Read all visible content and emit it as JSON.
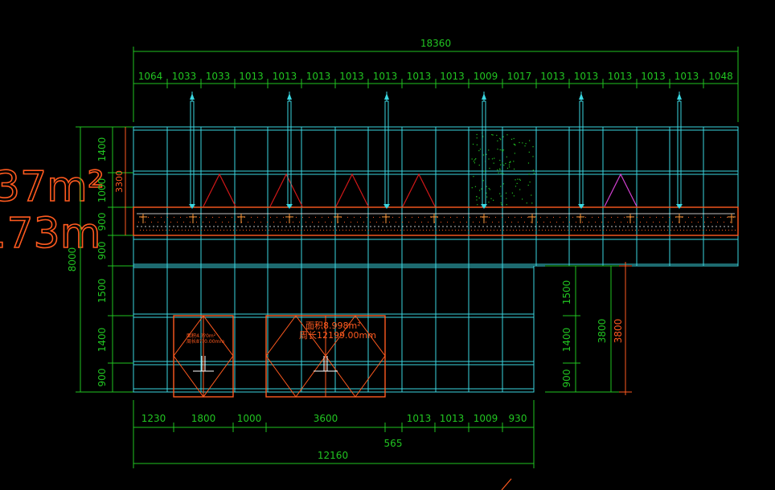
{
  "colors": {
    "background": "#000000",
    "dimension": "#21c421",
    "grid": "#3ad6e0",
    "accent": "#ff5a1f",
    "magenta": "#d040d0",
    "dark_red": "#d01818"
  },
  "top_dims": {
    "total": "18360",
    "segments": [
      "1064",
      "1033",
      "1033",
      "1013",
      "1013",
      "1013",
      "1013",
      "1013",
      "1013",
      "1013",
      "1009",
      "1017",
      "1013",
      "1013",
      "1013",
      "1013",
      "1013",
      "1048"
    ]
  },
  "bottom_dims": {
    "segments": [
      "1230",
      "1800",
      "1000",
      "3600",
      "1013",
      "1013",
      "1009",
      "930"
    ],
    "sub": "565",
    "total": "12160"
  },
  "left_dims": {
    "total": "8000",
    "segments": [
      "1400",
      "1000",
      "900",
      "900",
      "1500",
      "1400",
      "900"
    ],
    "inner": "3300"
  },
  "right_dims": {
    "segments": [
      "1500",
      "1400",
      "900"
    ],
    "total_green": "3800",
    "total_red": "3800"
  },
  "left_overlay": {
    "line1": "37m²",
    "line2": ".73m"
  },
  "door_large": {
    "area": "面积8.998m²",
    "perimeter": "周长12199.00mm"
  },
  "door_small": {
    "area": "面积4.??0m²",
    "perimeter": "周长8??0.00mm"
  }
}
